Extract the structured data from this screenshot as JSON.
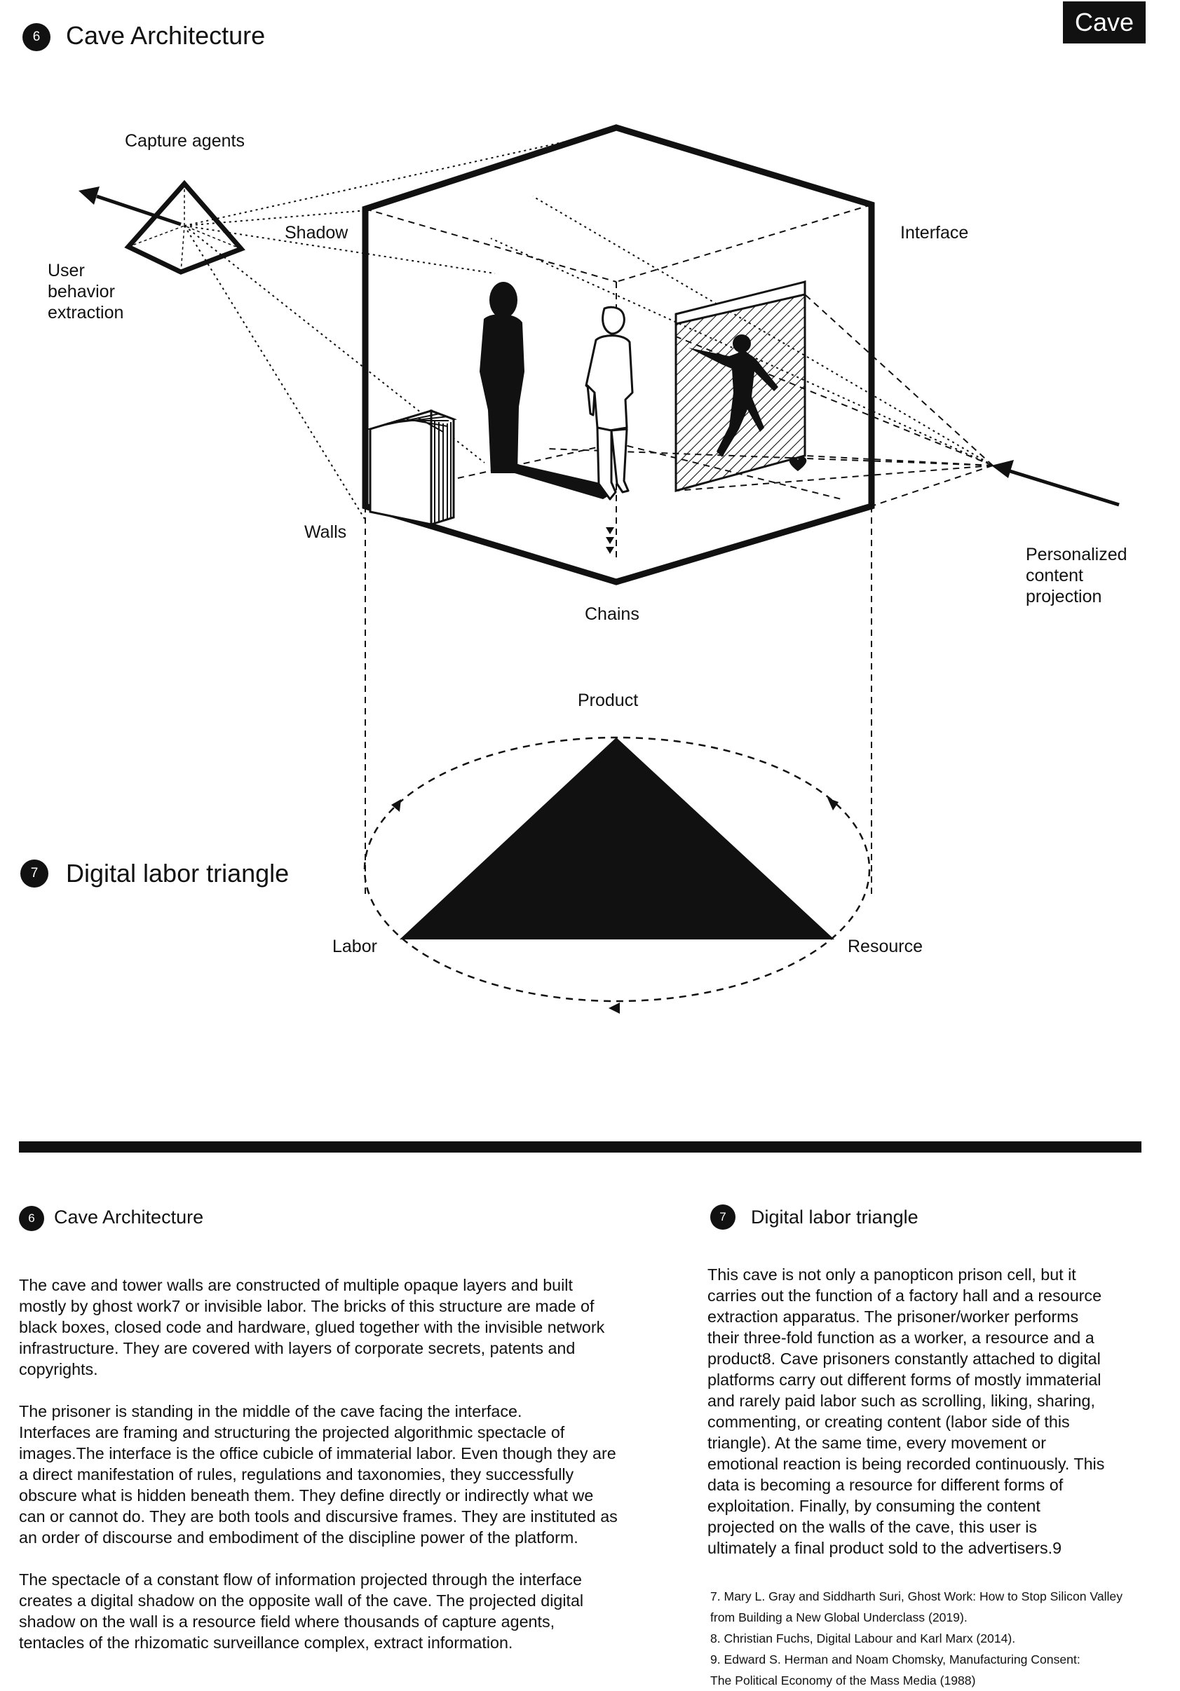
{
  "page_tag": "Cave",
  "figure6": {
    "number": "6",
    "title": "Cave Architecture",
    "labels": {
      "capture_agents": "Capture agents",
      "shadow": "Shadow",
      "interface": "Interface",
      "user_behavior_extraction": [
        "User",
        "behavior",
        "extraction"
      ],
      "walls": "Walls",
      "chains": "Chains",
      "personalized_content_projection": [
        "Personalized",
        "content",
        "projection"
      ]
    }
  },
  "figure7": {
    "number": "7",
    "title": "Digital labor triangle",
    "labels": {
      "product": "Product",
      "labor": "Labor",
      "resource": "Resource"
    }
  },
  "text_sections": {
    "left": {
      "number": "6",
      "heading": "Cave Architecture",
      "paragraphs": [
        "The cave and tower walls are constructed of multiple opaque layers and built\nmostly by ghost work7 or invisible labor. The bricks of this structure are made of\nblack boxes, closed code and hardware, glued together with the invisible network\ninfrastructure. They are covered with layers of corporate secrets, patents and\ncopyrights.",
        "The prisoner is standing in the middle of the cave facing the interface.\nInterfaces are framing and structuring the projected algorithmic spectacle of\nimages.The interface is the office cubicle of immaterial labor. Even though they are\na direct manifestation of rules, regulations and taxonomies, they successfully\nobscure what is hidden beneath them. They define directly or indirectly what we\ncan or cannot do. They are both tools and discursive frames. They are instituted as\nan order of discourse and embodiment of the discipline power of the platform.",
        "The spectacle of a constant flow of information projected through the interface\ncreates a digital shadow on the opposite wall of the cave. The projected digital\nshadow on the wall is a resource field where thousands of capture agents,\ntentacles of the rhizomatic surveillance complex, extract information."
      ]
    },
    "right": {
      "number": "7",
      "heading": "Digital labor triangle",
      "paragraphs": [
        "This cave is not only a panopticon prison cell, but it\ncarries out the function of a factory hall and a resource\nextraction apparatus. The prisoner/worker performs\ntheir three-fold function as a worker, a resource and a\nproduct8. Cave prisoners constantly attached to digital\nplatforms carry out different forms of mostly immaterial\nand rarely paid labor such as scrolling, liking, sharing,\ncommenting, or creating content (labor side of this\ntriangle). At the same time, every movement or\nemotional reaction is being recorded continuously. This\ndata is becoming a resource for different forms of\nexploitation. Finally, by consuming the content\nprojected on the walls of the cave, this user is\nultimately a final product sold to the advertisers.9"
      ]
    }
  },
  "footnotes": [
    "7. Mary L. Gray and Siddharth Suri, Ghost Work: How to Stop Silicon Valley",
    "from Building a New Global Underclass (2019).",
    "8.  Christian Fuchs, Digital Labour and Karl Marx (2014).",
    "9. Edward S. Herman and Noam Chomsky, Manufacturing Consent:",
    "The Political Economy of the Mass Media (1988)"
  ],
  "colors": {
    "ink": "#111111",
    "paper": "#ffffff"
  }
}
